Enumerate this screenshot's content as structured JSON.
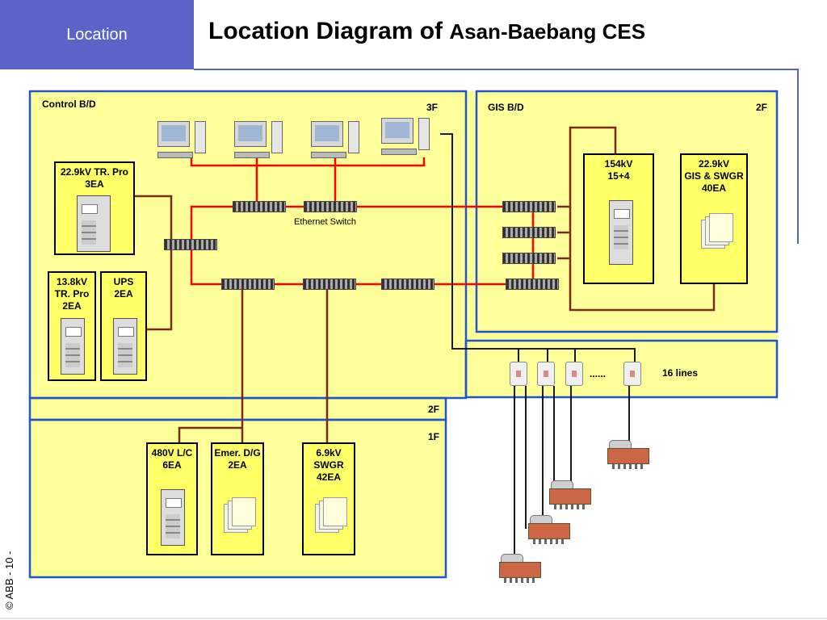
{
  "header": {
    "tab_label": "Location",
    "title_main": "Location Diagram of ",
    "title_sub": "Asan-Baebang CES"
  },
  "footer": {
    "copyright": "© ABB - 10 -"
  },
  "control_bd": {
    "label": "Control B/D",
    "floor": "3F",
    "tr_pro_229": "22.9kV TR. Pro\n3EA",
    "tr_pro_138": "13.8kV\nTR. Pro\n2EA",
    "ups": "UPS\n2EA"
  },
  "gis_bd": {
    "label": "GIS B/D",
    "floor": "2F",
    "kv154": "154kV\n15+4",
    "gis_swgr": "22.9kV\nGIS & SWGR\n40EA"
  },
  "network": {
    "ethernet_switch": "Ethernet Switch"
  },
  "lines": {
    "dots": "......",
    "count_label": "16 lines"
  },
  "lower_floors": {
    "floor_2f": "2F",
    "floor_1f": "1F",
    "lc_480": "480V L/C\n6EA",
    "emer_dg": "Emer. D/G\n2EA",
    "swgr_69": "6.9kV\nSWGR\n42EA"
  },
  "colors": {
    "tab_bg": "#5b63c8",
    "panel_fill": "#ffff66",
    "border_blue": "#2255cc",
    "wire_red": "#ff0000",
    "wire_brown": "#7a2a1a",
    "wire_black": "#000000"
  }
}
